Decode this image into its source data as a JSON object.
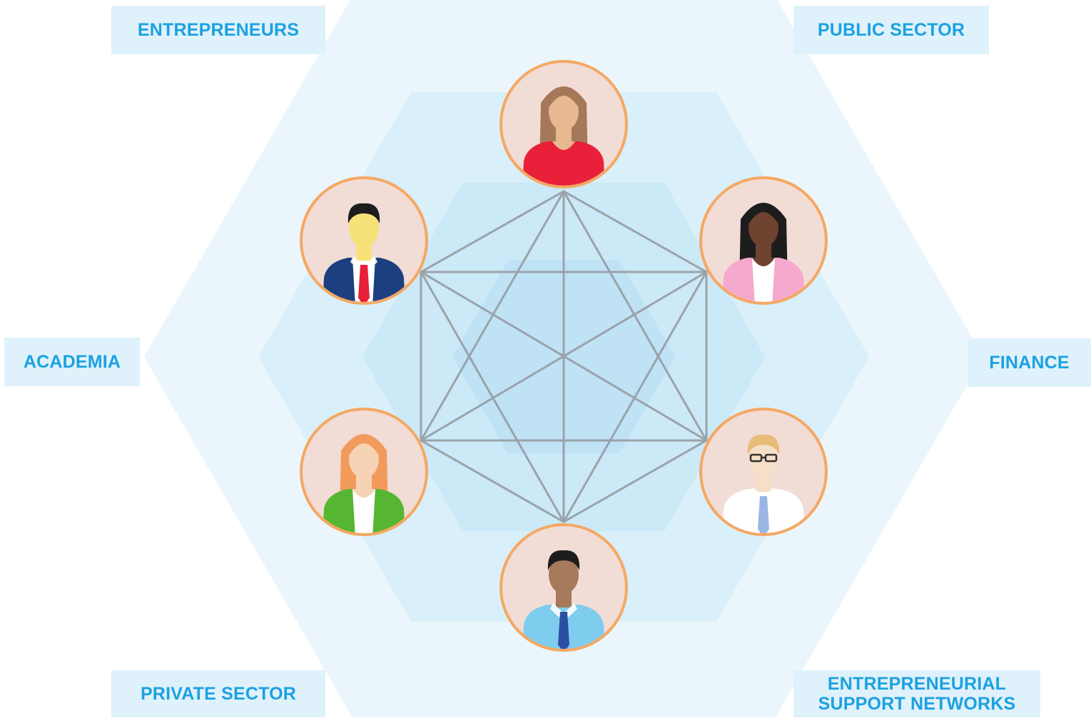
{
  "labels": {
    "entrepreneurs": "ENTREPRENEURS",
    "public_sector": "PUBLIC SECTOR",
    "academia": "ACADEMIA",
    "finance": "FINANCE",
    "private_sector": "PRIVATE SECTOR",
    "esn_line1": "ENTREPRENEURIAL",
    "esn_line2": "SUPPORT NETWORKS"
  },
  "nodes": [
    {
      "name": "avatar-woman-red-top",
      "skin": "#e8b892",
      "hair": "#a5785a",
      "shirt": "#e8203a",
      "inner": "#e8203a",
      "tie": null,
      "glasses": false
    },
    {
      "name": "avatar-woman-pink-blazer",
      "skin": "#6e4330",
      "hair": "#1d1d1d",
      "shirt": "#f4a9cd",
      "inner": "#ffffff",
      "tie": null,
      "glasses": false
    },
    {
      "name": "avatar-man-glasses-shirt",
      "skin": "#f6dfc8",
      "hair": "#e8bb7a",
      "shirt": "#ffffff",
      "inner": "#ffffff",
      "tie": "#9bb6e2",
      "glasses": true
    },
    {
      "name": "avatar-man-blue-shirt",
      "skin": "#a67a5a",
      "hair": "#1d1d1d",
      "shirt": "#7fcdee",
      "inner": "#7fcdee",
      "tie": "#2c4fa3",
      "glasses": false
    },
    {
      "name": "avatar-woman-green-blazer",
      "skin": "#f6d3b4",
      "hair": "#f29a5c",
      "shirt": "#56b531",
      "inner": "#ffffff",
      "tie": null,
      "glasses": false
    },
    {
      "name": "avatar-man-navy-suit",
      "skin": "#f7e27a",
      "hair": "#1d1d1d",
      "shirt": "#1c3f7f",
      "inner": "#ffffff",
      "tie": "#e8203a",
      "glasses": false
    }
  ],
  "colors": {
    "label_bg": "#dff1fa",
    "label_text": "#1ba1e2",
    "circle_fill": "#f2dcd6",
    "circle_ring": "#f5a862",
    "line": "#9aa3aa",
    "hex_outer": "#eaf6fc",
    "hex_2": "#d9eff9",
    "hex_3": "#cbe9f7",
    "hex_inner": "#bfe2f5"
  }
}
